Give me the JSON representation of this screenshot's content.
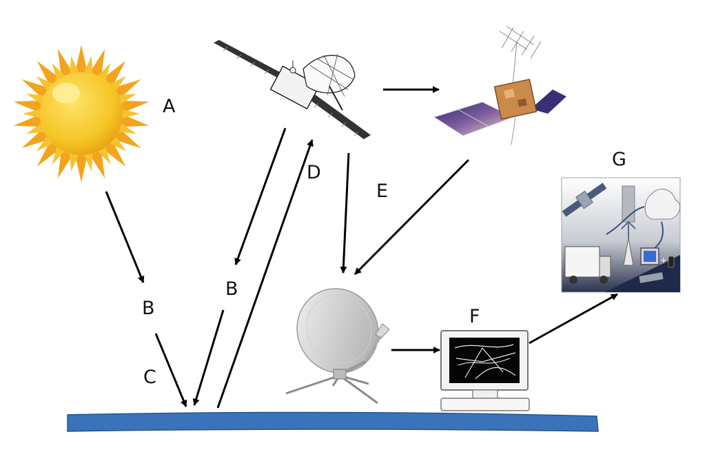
{
  "labels": {
    "a": "A",
    "b_left": "B",
    "b_right": "B",
    "c": "C",
    "d": "D",
    "e": "E",
    "f": "F",
    "g": "G"
  },
  "colors": {
    "ground": "#3a73b9",
    "ground_stroke": "#24558f",
    "sun_core": "#f5c83a",
    "sun_rays": "#f0a11c",
    "arrow": "#000000",
    "panel_purple": "#4b3a8a",
    "panel_peach": "#efd2c0",
    "satellite_body": "#c98a4a"
  },
  "icons": {
    "sun": "sun-icon",
    "satellite_1": "satellite-icon",
    "satellite_2": "relay-satellite-icon",
    "dish": "satellite-dish-icon",
    "monitor": "monitor-icon",
    "distribution": "distribution-scene-icon"
  }
}
